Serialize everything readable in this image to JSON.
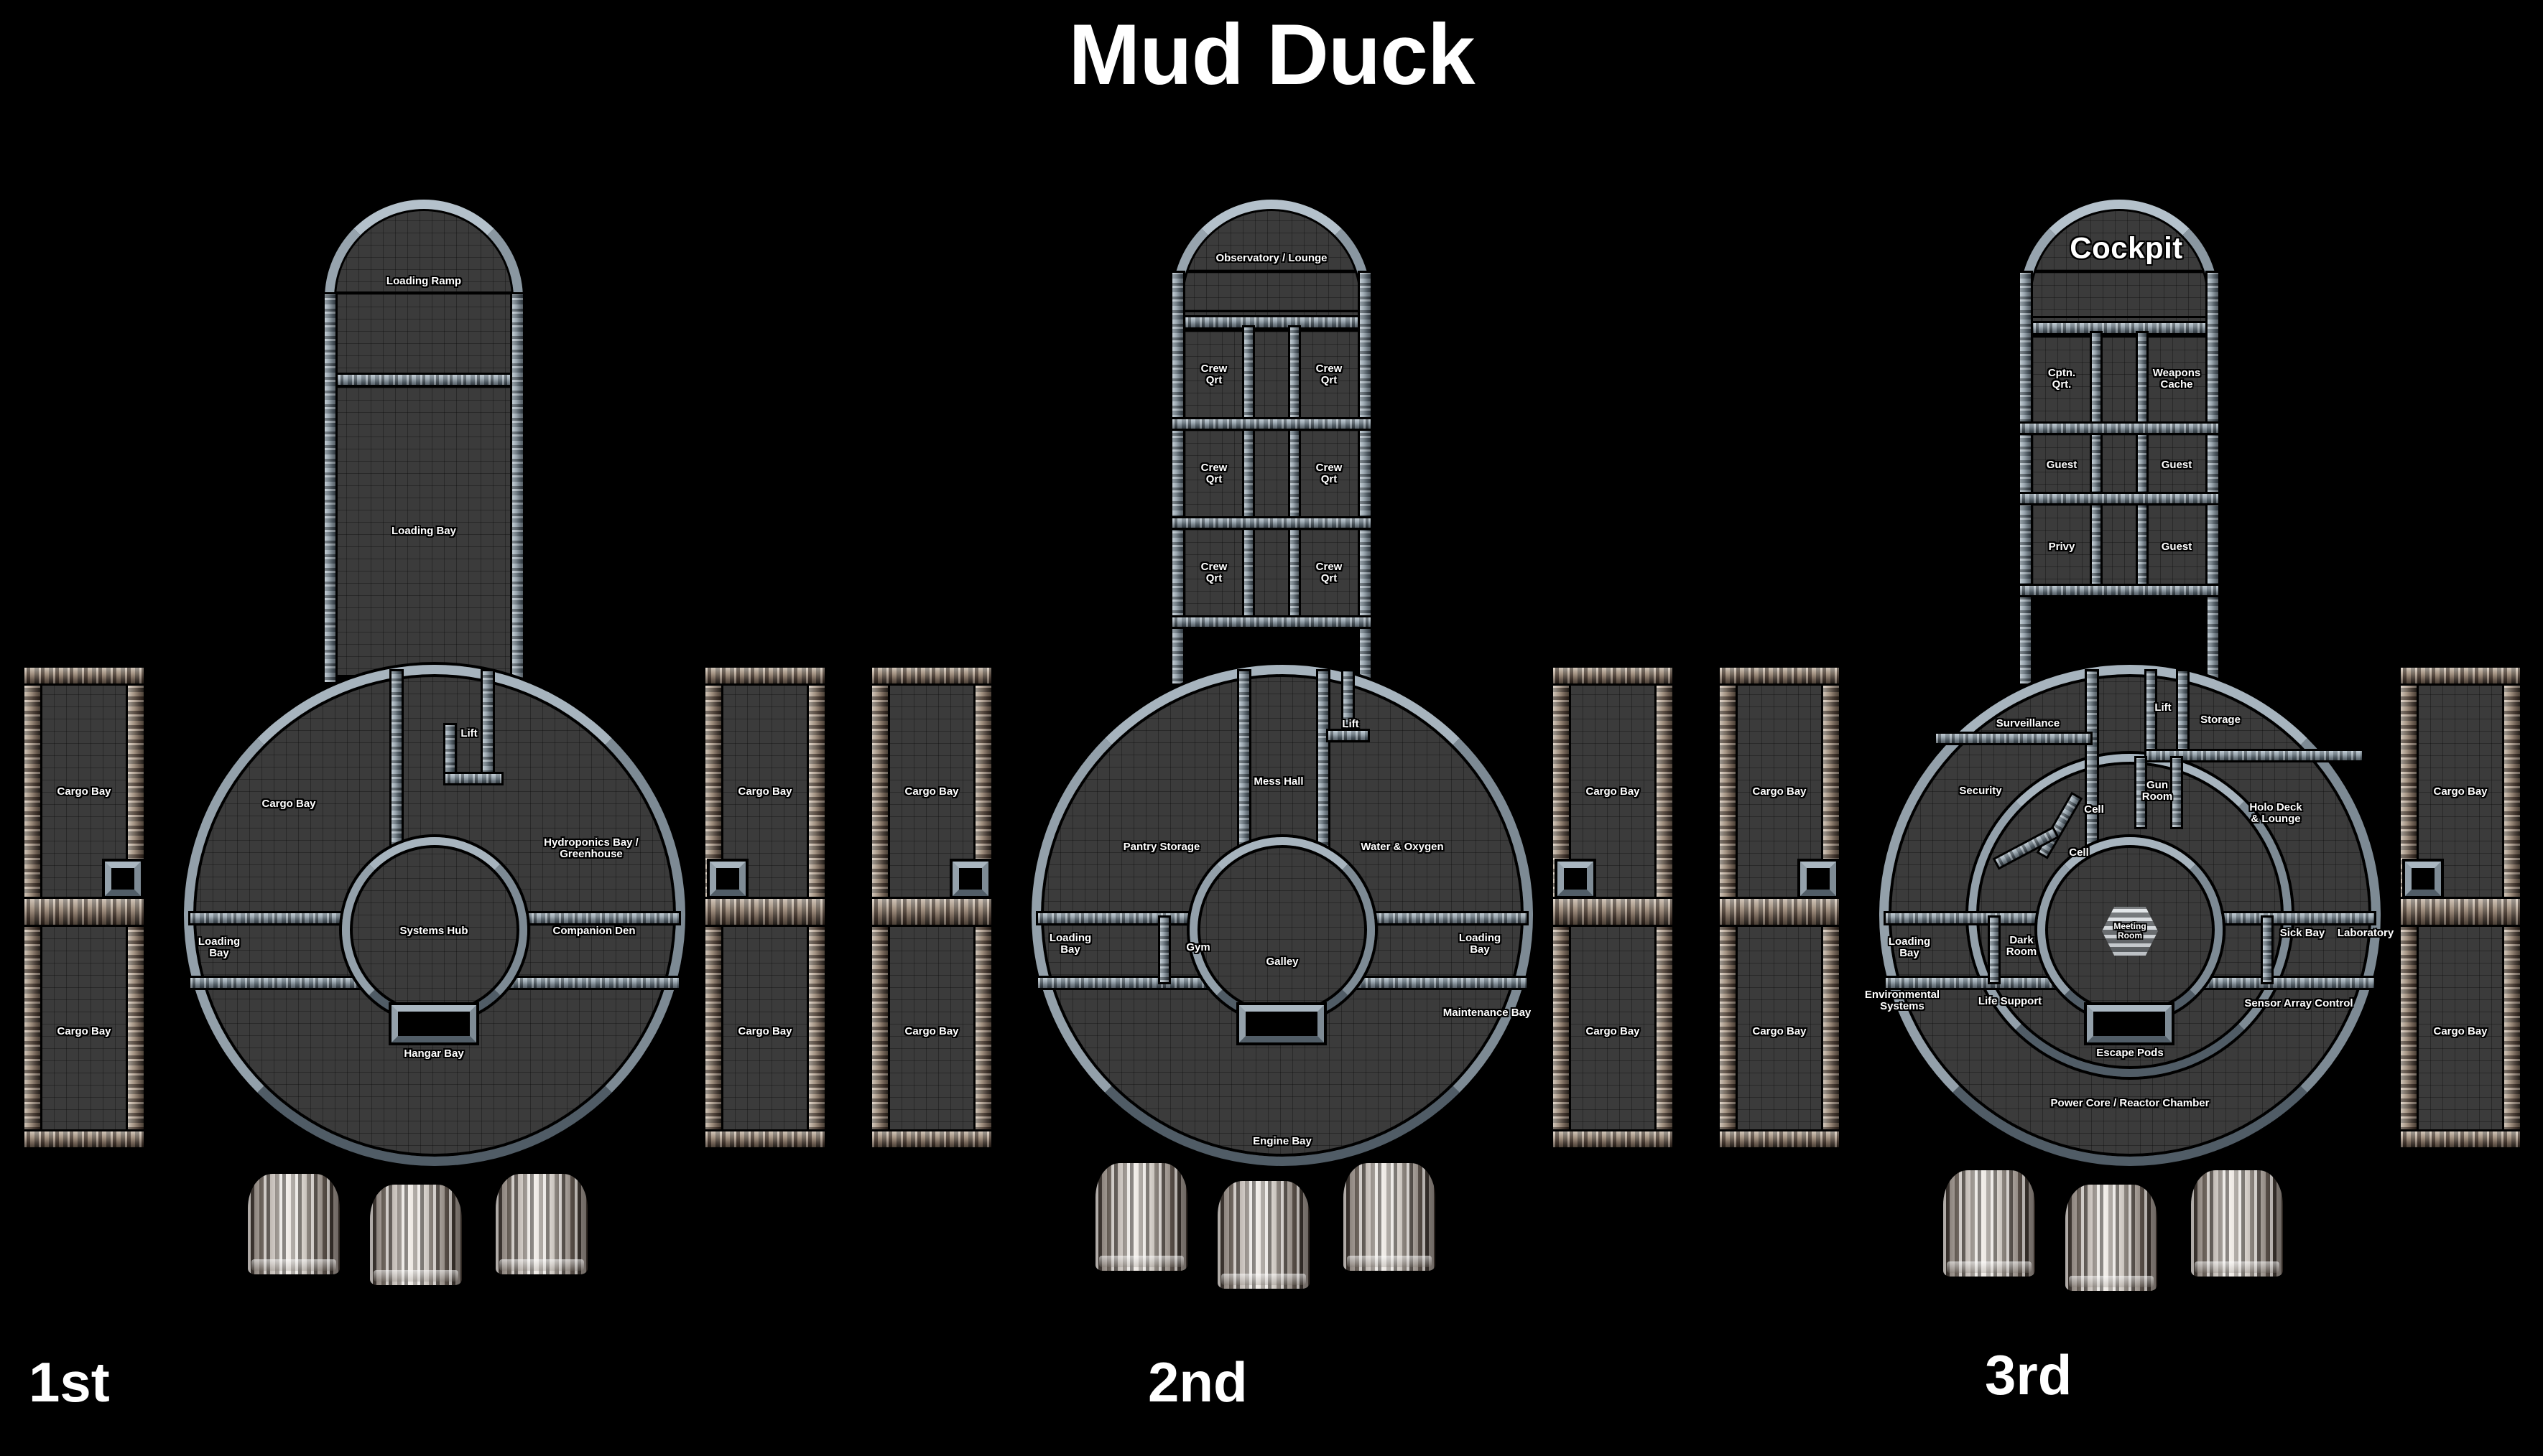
{
  "title": "Mud Duck",
  "decks": [
    {
      "caption": "1st",
      "neck": {
        "rooms": [
          {
            "label": "Loading Ramp"
          },
          {
            "label": "Loading Bay"
          }
        ]
      },
      "hub": {
        "rooms": [
          {
            "label": "Cargo Bay"
          },
          {
            "label": "Lift"
          },
          {
            "label": "Hydroponics Bay /\nGreenhouse"
          },
          {
            "label": "Loading\nBay"
          },
          {
            "label": "Systems Hub"
          },
          {
            "label": "Companion Den"
          },
          {
            "label": "Hangar Bay"
          }
        ]
      },
      "pods": {
        "left": [
          {
            "label": "Cargo Bay"
          },
          {
            "label": "Cargo Bay"
          }
        ],
        "right": [
          {
            "label": "Cargo Bay"
          },
          {
            "label": "Cargo Bay"
          }
        ]
      },
      "engines": 3
    },
    {
      "caption": "2nd",
      "neck": {
        "rooms": [
          {
            "label": "Observatory / Lounge"
          },
          {
            "label": "Crew\nQrt"
          },
          {
            "label": "Crew\nQrt"
          },
          {
            "label": "Crew\nQrt"
          },
          {
            "label": "Crew\nQrt"
          },
          {
            "label": "Crew\nQrt"
          },
          {
            "label": "Crew\nQrt"
          }
        ]
      },
      "hub": {
        "rooms": [
          {
            "label": "Mess Hall"
          },
          {
            "label": "Lift"
          },
          {
            "label": "Pantry Storage"
          },
          {
            "label": "Water  & Oxygen"
          },
          {
            "label": "Loading\nBay"
          },
          {
            "label": "Gym"
          },
          {
            "label": "Galley"
          },
          {
            "label": "Loading\nBay"
          },
          {
            "label": "Maintenance Bay"
          },
          {
            "label": "Engine Bay"
          }
        ]
      },
      "pods": {
        "left": [
          {
            "label": "Cargo Bay"
          },
          {
            "label": "Cargo Bay"
          }
        ],
        "right": [
          {
            "label": "Cargo Bay"
          },
          {
            "label": "Cargo Bay"
          }
        ]
      },
      "engines": 3
    },
    {
      "caption": "3rd",
      "neck": {
        "rooms": [
          {
            "label": "Cockpit"
          },
          {
            "label": "Cptn.\nQrt."
          },
          {
            "label": "Weapons\nCache"
          },
          {
            "label": "Guest"
          },
          {
            "label": "Guest"
          },
          {
            "label": "Privy"
          },
          {
            "label": "Guest"
          }
        ]
      },
      "hub": {
        "rooms": [
          {
            "label": "Surveillance"
          },
          {
            "label": "Lift"
          },
          {
            "label": "Storage"
          },
          {
            "label": "Security"
          },
          {
            "label": "Cell"
          },
          {
            "label": "Cell"
          },
          {
            "label": "Gun\nRoom"
          },
          {
            "label": "Holo Deck\n& Lounge"
          },
          {
            "label": "Loading\nBay"
          },
          {
            "label": "Dark\nRoom"
          },
          {
            "label": "Meeting\nRoom"
          },
          {
            "label": "Sick Bay"
          },
          {
            "label": "Laboratory"
          },
          {
            "label": "Environmental\nSystems"
          },
          {
            "label": "Life Support"
          },
          {
            "label": "Sensor Array Control"
          },
          {
            "label": "Escape Pods"
          },
          {
            "label": "Power Core / Reactor Chamber"
          }
        ]
      },
      "pods": {
        "left": [
          {
            "label": "Cargo Bay"
          },
          {
            "label": "Cargo Bay"
          }
        ],
        "right": [
          {
            "label": "Cargo Bay"
          },
          {
            "label": "Cargo Bay"
          }
        ]
      },
      "engines": 3
    }
  ],
  "colors": {
    "background": "#000000",
    "floor": "#3b3b3b",
    "wall_steel": "#8e9ca6",
    "wall_rust": "#9c8d7f",
    "label_text": "#ffffff",
    "engine_metal": "#cfc8c0"
  }
}
